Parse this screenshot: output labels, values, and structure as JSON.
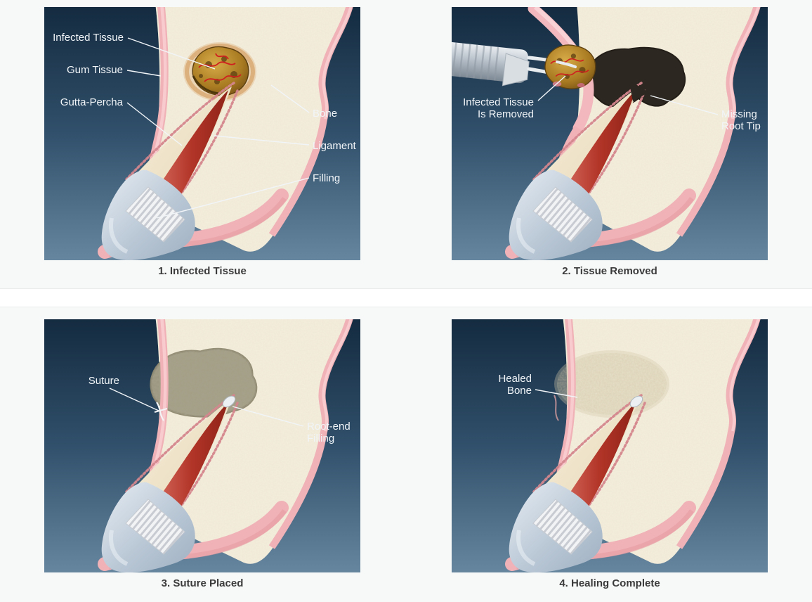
{
  "figures": [
    {
      "caption": "1. Infected Tissue",
      "labels": [
        {
          "lines": [
            "Infected Tissue"
          ]
        },
        {
          "lines": [
            "Gum Tissue"
          ]
        },
        {
          "lines": [
            "Gutta-Percha"
          ]
        },
        {
          "lines": [
            "Bone"
          ]
        },
        {
          "lines": [
            "Ligament"
          ]
        },
        {
          "lines": [
            "Filling"
          ]
        }
      ]
    },
    {
      "caption": "2. Tissue Removed",
      "labels": [
        {
          "lines": [
            "Infected Tissue",
            "Is Removed"
          ]
        },
        {
          "lines": [
            "Missing",
            "Root Tip"
          ]
        }
      ]
    },
    {
      "caption": "3. Suture Placed",
      "labels": [
        {
          "lines": [
            "Suture"
          ]
        },
        {
          "lines": [
            "Root-end",
            "Filling"
          ]
        }
      ]
    },
    {
      "caption": "4. Healing Complete",
      "labels": [
        {
          "lines": [
            "Healed",
            "Bone"
          ]
        }
      ]
    }
  ],
  "colors": {
    "page_bg": "#f7f8f8",
    "divider_bg": "#ffffff",
    "sky_top": "#142b40",
    "sky_bottom": "#66869f",
    "bone": "#f4eedd",
    "gum": "#f0b2b7",
    "root_dentin": "#f0e5cb",
    "gutta_percha_red": "#b23528",
    "crown": "#bac8d6",
    "infection": "#a97b22",
    "cavity": "#2c2720",
    "granulation": "#a09a80",
    "annotation_text": "#f1f5f8",
    "caption_text": "#3b3b3b"
  }
}
